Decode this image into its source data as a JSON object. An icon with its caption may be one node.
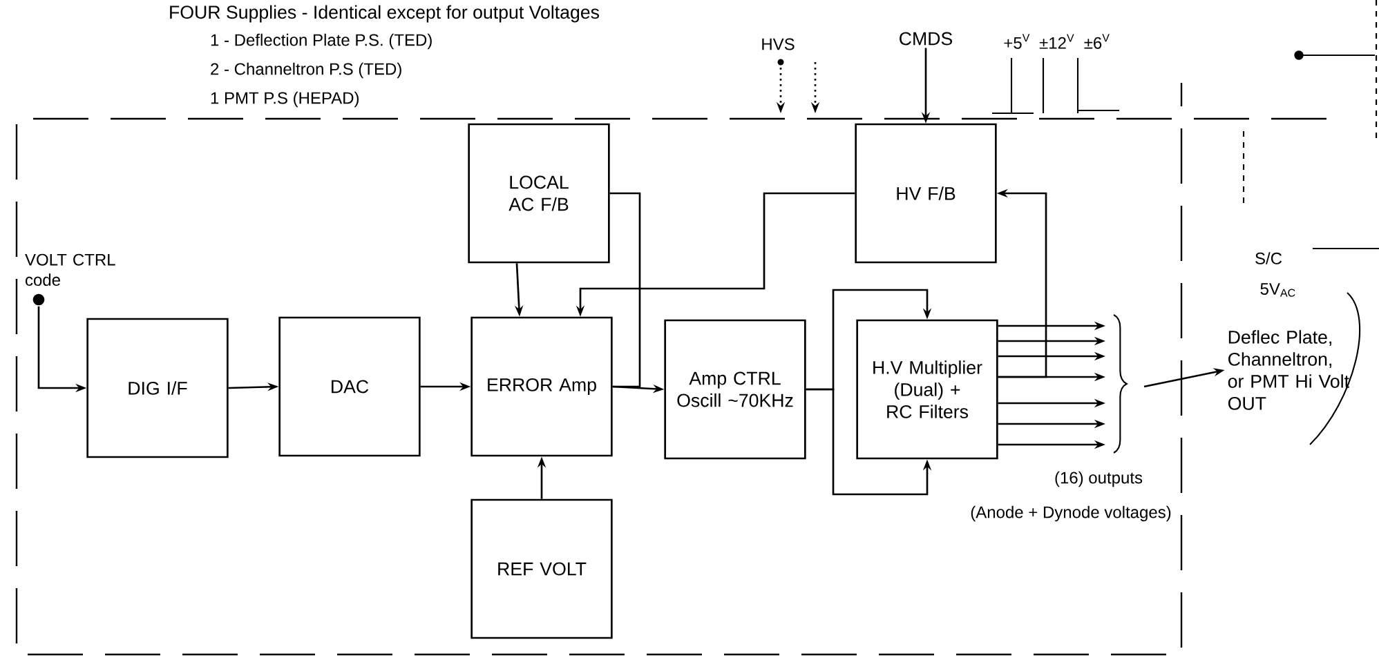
{
  "diagram": {
    "title": "FOUR Supplies - Identical except for output Voltages",
    "nodes": [
      {
        "text": [],
        "shape": "circle",
        "beside": [
          "VOLT CTRL code"
        ]
      },
      {
        "text": [
          "DIG I/F"
        ]
      },
      {
        "text": [
          "DAC"
        ]
      },
      {
        "text": [
          "ERROR Amp"
        ]
      },
      {
        "text": [
          "LOCAL AC F/B"
        ]
      },
      {
        "text": [
          "REF VOLT"
        ]
      },
      {
        "text": [
          "Amp CTRL Oscill ~70KHz"
        ]
      },
      {
        "text": [
          "H.V Multiplier (Dual) + RC Filters"
        ]
      },
      {
        "text": [
          "HV F/B"
        ]
      },
      {
        "text": [
          "Deflec Plate, Channeltron, or PMT Hi Volt OUT"
        ]
      },
      {
        "text": [
          "CMDS"
        ]
      }
    ],
    "edges": [
      {
        "from": 0,
        "to": 1,
        "arrow": "to"
      },
      {
        "from": 1,
        "to": 2,
        "arrow": "to"
      },
      {
        "from": 2,
        "to": 3,
        "arrow": "to"
      },
      {
        "from": 4,
        "to": 3,
        "arrow": "to"
      },
      {
        "from": 5,
        "to": 3,
        "arrow": "to"
      },
      {
        "from": 3,
        "to": 4,
        "arrow": "none"
      },
      {
        "from": 3,
        "to": 6,
        "arrow": "to"
      },
      {
        "from": 8,
        "to": 3,
        "arrow": "to"
      },
      {
        "from": 6,
        "to": 7,
        "arrow": "to"
      },
      {
        "from": 6,
        "to": 7,
        "arrow": "to"
      },
      {
        "from": 7,
        "to": 8,
        "arrow": "to"
      },
      {
        "from": 7,
        "to": null,
        "arrow": "to"
      },
      {
        "from": 7,
        "to": null,
        "arrow": "to"
      },
      {
        "from": 7,
        "to": null,
        "arrow": "to"
      },
      {
        "from": 7,
        "to": null,
        "arrow": "to"
      },
      {
        "from": 7,
        "to": null,
        "arrow": "to"
      },
      {
        "from": 7,
        "to": null,
        "arrow": "to"
      },
      {
        "from": 7,
        "to": null,
        "arrow": "to"
      },
      {
        "from": null,
        "to": 9,
        "arrow": "to"
      },
      {
        "from": 10,
        "to": 8,
        "arrow": "to"
      }
    ],
    "labels": [
      "1 - Deflection Plate P.S. (TED)",
      "2 - Channeltron P.S (TED)",
      "1 PMT P.S (HEPAD)",
      "HVS",
      "+5$^{V}$",
      "±12$^{V}$",
      "±6$^{V}$",
      "S/C",
      "5V$_{AC}$",
      "(16) outputs",
      "(Anode + Dynode voltages)"
    ]
  }
}
